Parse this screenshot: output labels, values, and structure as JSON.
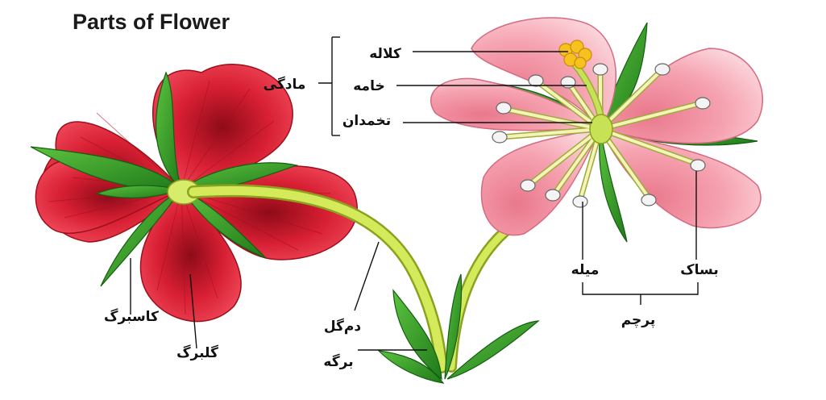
{
  "title": "Parts of Flower",
  "labels": {
    "stigma": "کلاله",
    "style": "خامه",
    "ovary": "تخمدان",
    "pistil": "مادگی",
    "filament": "میله",
    "anther": "بساک",
    "stamen": "پرچم",
    "sepal": "کاسبرگ",
    "petal": "گلبرگ",
    "stem": "دم‌گل",
    "leaf": "برگه"
  },
  "colors": {
    "red_petal": "#e8283c",
    "red_petal_dark": "#b0101f",
    "pink_petal": "#f6a3b1",
    "pink_petal_light": "#fbd0d7",
    "green_sepal": "#3aa52d",
    "green_dark": "#1f7a1a",
    "stem": "#c9e24d",
    "stigma": "#f7c21e"
  }
}
